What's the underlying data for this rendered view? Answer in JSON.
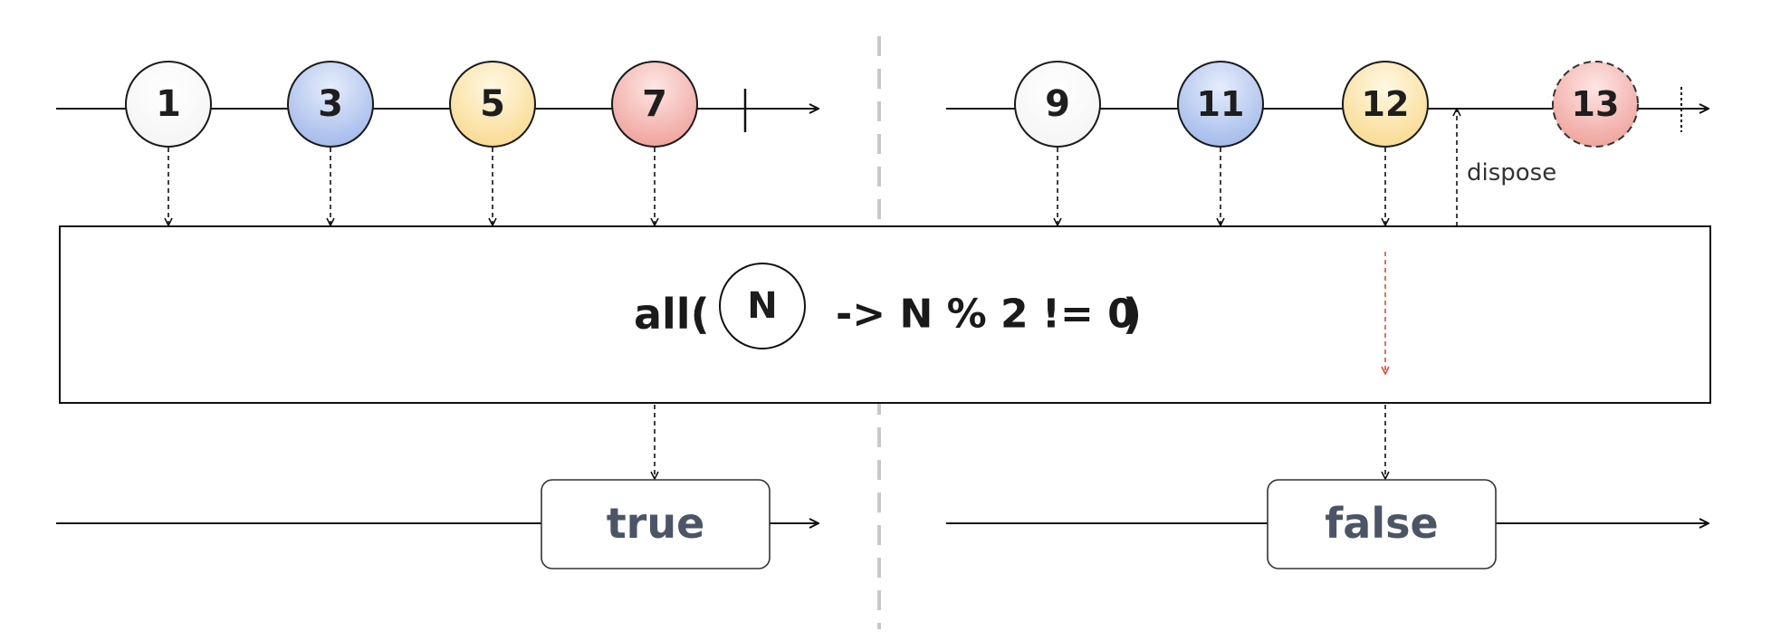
{
  "left_panel": {
    "marbles": [
      {
        "label": "1",
        "color": "white"
      },
      {
        "label": "3",
        "color": "blue"
      },
      {
        "label": "5",
        "color": "yellow"
      },
      {
        "label": "7",
        "color": "red"
      }
    ],
    "result": "true"
  },
  "right_panel": {
    "marbles": [
      {
        "label": "9",
        "color": "white"
      },
      {
        "label": "11",
        "color": "blue"
      },
      {
        "label": "12",
        "color": "yellow"
      },
      {
        "label": "13",
        "color": "red",
        "style": "dashed"
      }
    ],
    "dispose_label": "dispose",
    "result": "false"
  },
  "operator": {
    "prefix": "all(",
    "param": "N",
    "lambda": "-> N % 2 != 0",
    "suffix": ")"
  },
  "colors": {
    "white": "#ffffff",
    "blue": "#b3c6ee",
    "yellow": "#fbe3a6",
    "red": "#f3b0ab",
    "divider": "#c8c8c8",
    "red_arrow": "#e04a3a",
    "result_text": "#4b5566"
  }
}
